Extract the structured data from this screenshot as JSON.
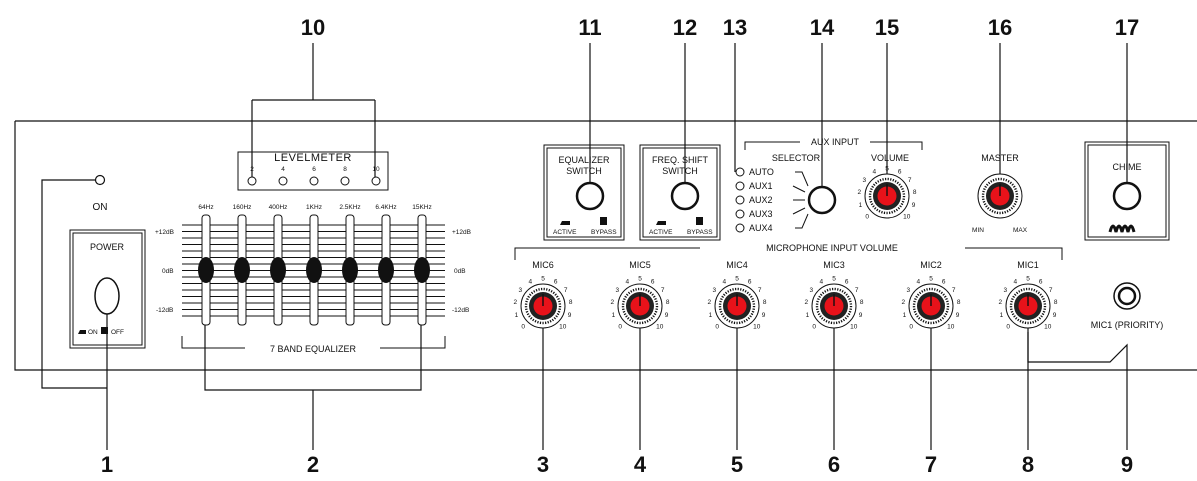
{
  "callouts": [
    "1",
    "2",
    "3",
    "4",
    "5",
    "6",
    "7",
    "8",
    "9",
    "10",
    "11",
    "12",
    "13",
    "14",
    "15",
    "16",
    "17"
  ],
  "power": {
    "on_label": "ON",
    "box_label": "POWER",
    "on_text": "ON",
    "off_text": "OFF"
  },
  "levelmeter": {
    "title": "LEVELMETER",
    "marks": [
      "2",
      "4",
      "6",
      "8",
      "10"
    ]
  },
  "equalizer": {
    "bands": [
      "64Hz",
      "160Hz",
      "400Hz",
      "1KHz",
      "2.5KHz",
      "6.4KHz",
      "15KHz"
    ],
    "db_plus": "+12dB",
    "db_zero": "0dB",
    "db_minus": "-12dB",
    "title": "7 BAND EQUALIZER"
  },
  "eq_switch": {
    "line1": "EQUALIZER",
    "line2": "SWITCH",
    "active": "ACTIVE",
    "bypass": "BYPASS"
  },
  "freq_switch": {
    "line1": "FREQ. SHIFT",
    "line2": "SWITCH",
    "active": "ACTIVE",
    "bypass": "BYPASS"
  },
  "aux": {
    "title": "AUX INPUT",
    "selector": "SELECTOR",
    "options": [
      "AUTO",
      "AUX1",
      "AUX2",
      "AUX3",
      "AUX4"
    ],
    "volume": "VOLUME"
  },
  "master": {
    "title": "MASTER",
    "min": "MIN",
    "max": "MAX"
  },
  "chime": {
    "title": "CHIME"
  },
  "mic_section": {
    "title": "MICROPHONE INPUT VOLUME",
    "channels": [
      "MIC6",
      "MIC5",
      "MIC4",
      "MIC3",
      "MIC2",
      "MIC1"
    ]
  },
  "knob_scale": [
    "0",
    "1",
    "2",
    "3",
    "4",
    "5",
    "6",
    "7",
    "8",
    "9",
    "10"
  ],
  "mic1_priority": "MIC1 (PRIORITY)",
  "colors": {
    "knob_center": "#e8121a",
    "line": "#111111"
  }
}
